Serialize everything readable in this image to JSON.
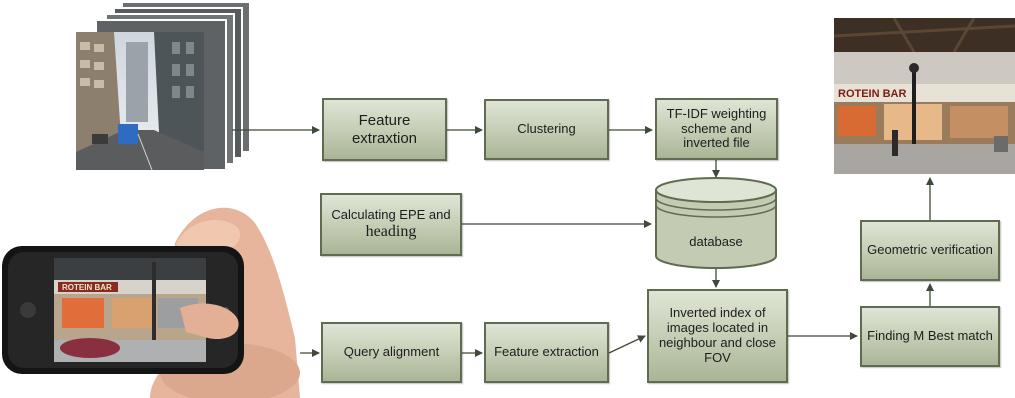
{
  "nodes": {
    "feature_extraxtion": "Feature extraxtion",
    "clustering": "Clustering",
    "tfidf": "TF-IDF weighting scheme and inverted file",
    "calculating_epe": "Calculating EPE and",
    "heading": "heading",
    "database": "database",
    "query_alignment": "Query alignment",
    "feature_extraction": "Feature extraction",
    "inverted_index": "Inverted index of images located in neighbour and close FOV",
    "finding_best": "Finding M Best match",
    "geometric_verification": "Geometric verification"
  },
  "photo_signs": {
    "store_sign": "ROTEIN BAR"
  },
  "colors": {
    "box_border": "#5f6c51",
    "box_fill": "#c3ccb3",
    "arrow": "#3f4a38"
  }
}
